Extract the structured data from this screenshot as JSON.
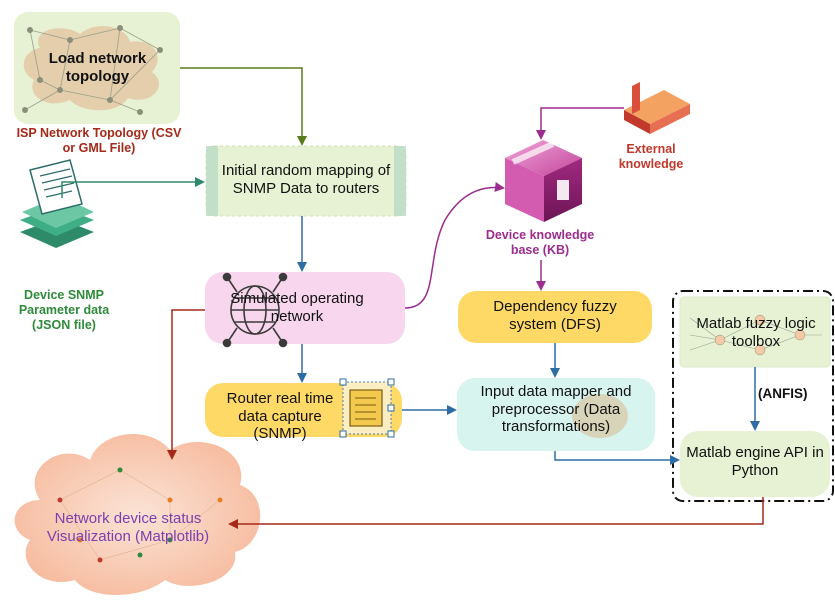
{
  "nodes": {
    "load_topology": "Load network topology",
    "initial_mapping": "Initial random mapping of SNMP Data to routers",
    "simulated_network": "Simulated operating network",
    "router_capture": "Router real time data capture (SNMP)",
    "input_mapper": "Input data mapper and preprocessor (Data transformations)",
    "dfs": "Dependency fuzzy system (DFS)",
    "matlab_toolbox": "Matlab fuzzy logic toolbox",
    "matlab_engine": "Matlab engine API in Python",
    "visualization": "Network device status Visualization (Matplotlib)"
  },
  "captions": {
    "isp_topology": "ISP Network Topology (CSV or GML File)",
    "device_snmp": "Device SNMP Parameter data (JSON file)",
    "device_kb": "Device knowledge base (KB)",
    "external_knowledge": "External knowledge",
    "anfis": "(ANFIS)"
  },
  "colors": {
    "green_box": "#e6f2d3",
    "pink_box": "#f8d7ee",
    "yellow_box": "#ffd966",
    "cyan_box": "#d7f4ef",
    "olive_arrow": "#5a7d1a",
    "blue_arrow": "#2e6da4",
    "purple_arrow": "#9b2d8e",
    "red_arrow": "#a52a1a",
    "isp_caption": "#a52a1a",
    "snmp_caption": "#2e8b3a",
    "kb_caption": "#9b2d8e",
    "external_caption": "#c0392b",
    "viz_text": "#7b3fb0"
  },
  "icons": [
    "network-map-icon",
    "document-stack-icon",
    "knowledge-cube-icon",
    "external-book-icon",
    "globe-network-icon",
    "router-chip-icon",
    "cloud-icon"
  ]
}
